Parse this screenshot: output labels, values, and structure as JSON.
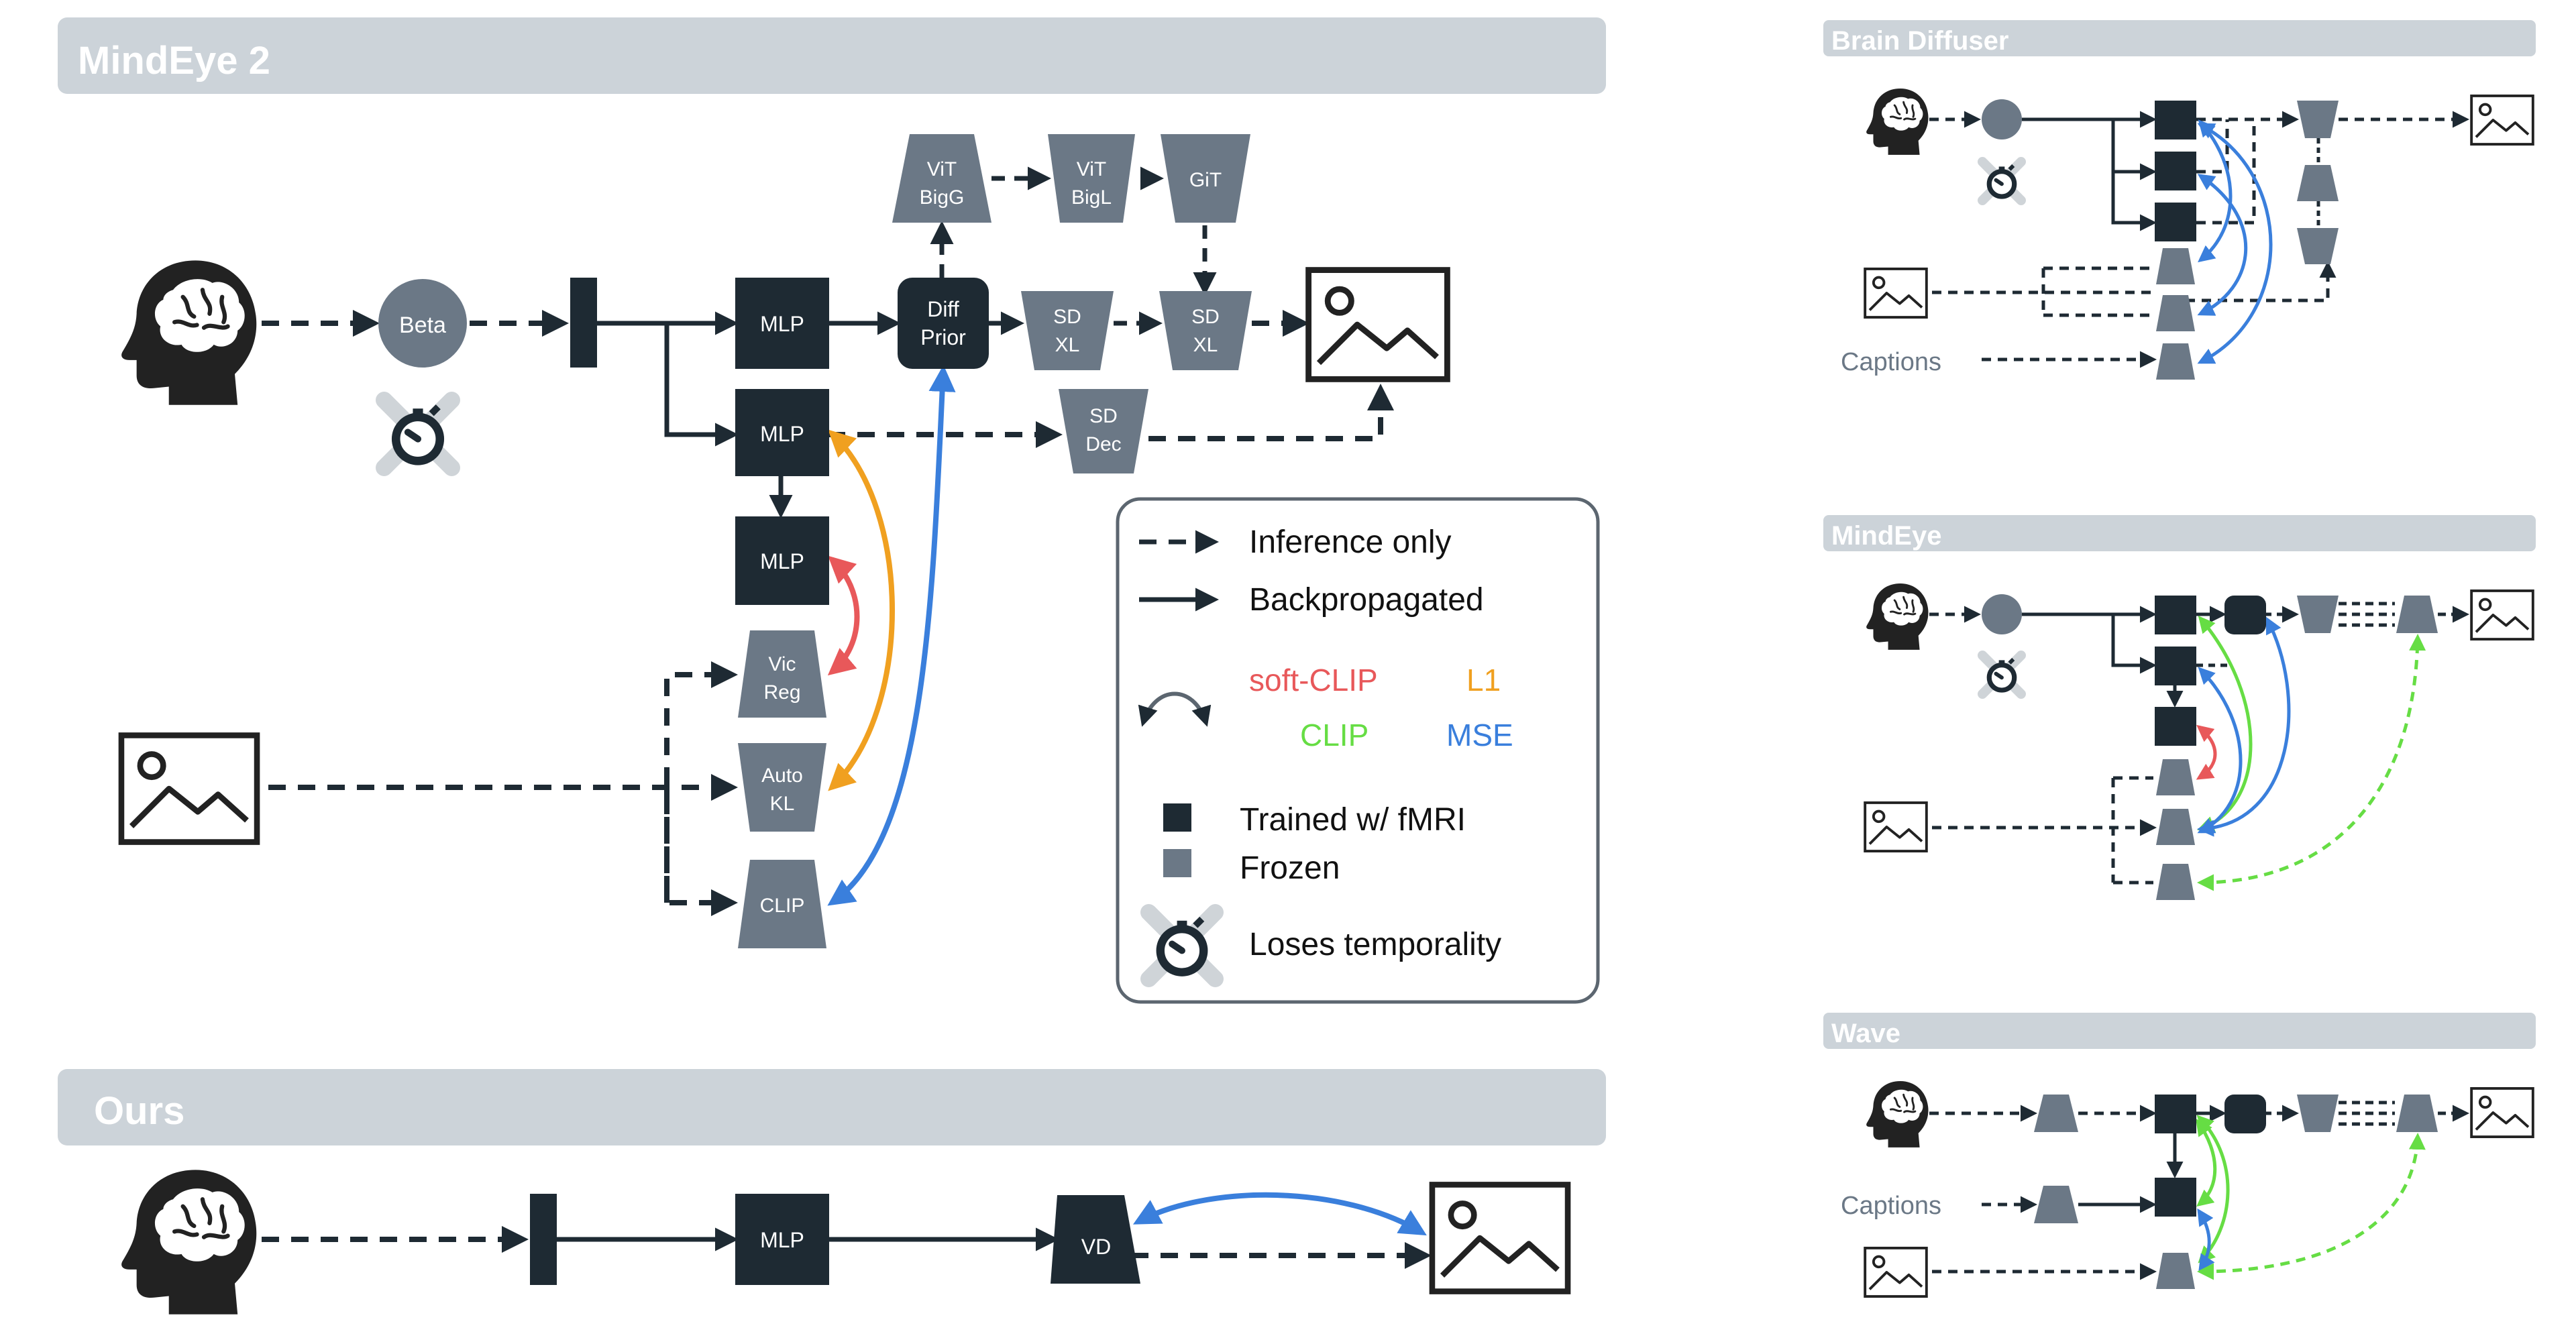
{
  "panels": {
    "mindeye2_title": "MindEye 2",
    "ours_title": "Ours",
    "brain_diffuser_title": "Brain Diffuser",
    "mindeye_title": "MindEye",
    "wave_title": "Wave"
  },
  "mindeye2": {
    "beta": "Beta",
    "mlp1": "MLP",
    "mlp2": "MLP",
    "mlp3": "MLP",
    "diff_prior": [
      "Diff",
      "Prior"
    ],
    "vit_bigg": [
      "ViT",
      "BigG"
    ],
    "vit_bigl": [
      "ViT",
      "BigL"
    ],
    "git": "GiT",
    "sdxl1": [
      "SD",
      "XL"
    ],
    "sdxl2": [
      "SD",
      "XL"
    ],
    "sd_dec": [
      "SD",
      "Dec"
    ],
    "vicreg": [
      "Vic",
      "Reg"
    ],
    "autokl": [
      "Auto",
      "KL"
    ],
    "clip": "CLIP"
  },
  "ours": {
    "mlp": "MLP",
    "vd": "VD"
  },
  "legend": {
    "inference_only": "Inference only",
    "backpropagated": "Backpropagated",
    "soft_clip": "soft-CLIP",
    "l1": "L1",
    "clip": "CLIP",
    "mse": "MSE",
    "trained": "Trained w/ fMRI",
    "frozen": "Frozen",
    "loses_temporality": "Loses temporality"
  },
  "side": {
    "bd_captions": "Captions",
    "wave_captions": "Captions"
  },
  "colors": {
    "header_bar": "#ccd3d9",
    "dark_block": "#1e2a33",
    "frozen_block": "#6b7886",
    "soft_clip": "#e8585a",
    "l1": "#f0a020",
    "clip_loss": "#66dd44",
    "mse": "#3a7fdc"
  }
}
